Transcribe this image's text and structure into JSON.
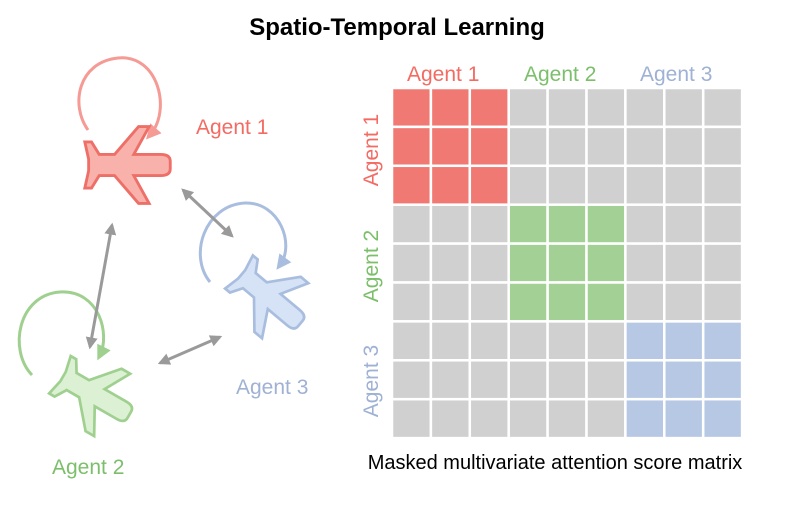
{
  "title": "Spatio-Temporal Learning",
  "caption": "Masked multivariate attention score matrix",
  "agents": [
    {
      "name": "Agent 1",
      "color": "#f36b63",
      "fill": "#f07a73",
      "plane_fill": "#f8b1ab",
      "plane_stroke": "#ee6f68"
    },
    {
      "name": "Agent 2",
      "color": "#7cbf6b",
      "fill": "#a3d195",
      "plane_fill": "#dcf0d3",
      "plane_stroke": "#9fd08f"
    },
    {
      "name": "Agent 3",
      "color": "#9fb1d4",
      "fill": "#b7c8e4",
      "plane_fill": "#d6e3f6",
      "plane_stroke": "#a9bedf"
    }
  ],
  "matrix": {
    "cells_per_agent": 3,
    "masked_color": "#d0d0d0",
    "grid_color": "#ffffff"
  },
  "arrow_color": "#9a9a9a"
}
